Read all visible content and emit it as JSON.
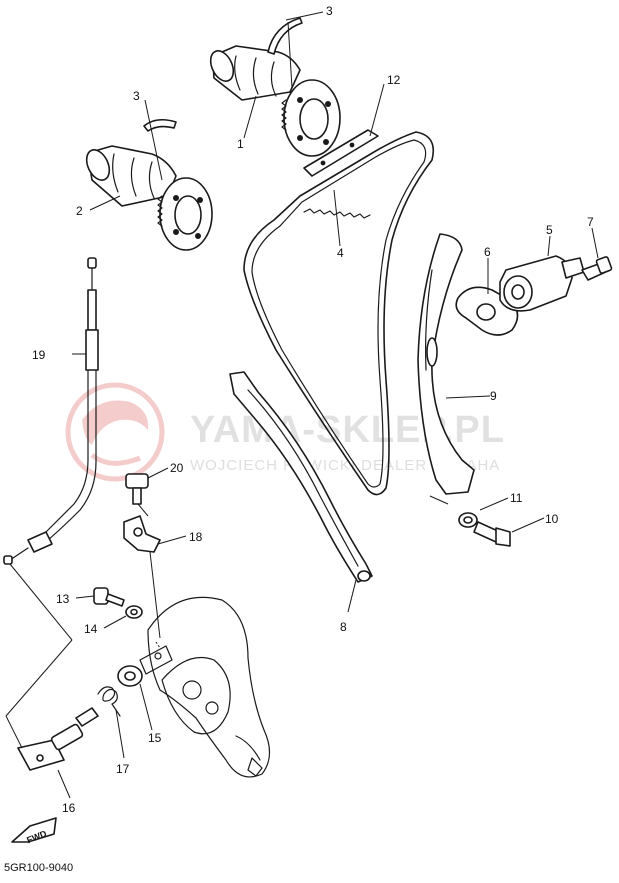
{
  "diagram_code": "5GR100-9040",
  "fwd_label": "FWD",
  "watermark": {
    "title": "YAMA-SKLEP.PL",
    "subtitle": "WOJCIECH ROWICKI DEALER YAMAHA",
    "color": "#e07070"
  },
  "callouts": [
    "1",
    "2",
    "3",
    "3",
    "4",
    "5",
    "6",
    "7",
    "8",
    "9",
    "10",
    "11",
    "12",
    "13",
    "14",
    "15",
    "16",
    "17",
    "18",
    "19",
    "20"
  ]
}
